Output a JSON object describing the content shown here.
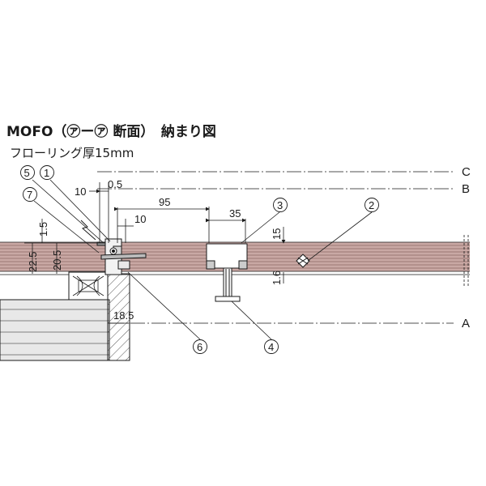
{
  "title": "MOFO（㋐ー㋐ 断面）　納まり図",
  "subtitle": "フローリング厚15mm",
  "reference_lines": [
    "C",
    "B",
    "A"
  ],
  "dimensions": {
    "d10_top": "10",
    "d0_5": "0.5",
    "d95": "95",
    "d35": "35",
    "d10_mid": "10",
    "d1_5": "1.5",
    "d22_5": "22.5",
    "d20_5": "20.5",
    "d15": "15",
    "d1_6": "1.6",
    "d18_5": "18.5"
  },
  "callouts": [
    "⑤",
    "①",
    "⑦",
    "②",
    "③",
    "④",
    "⑥"
  ],
  "colors": {
    "flooring_base": "#c9a8a4",
    "flooring_line": "#8a6a66",
    "stroke": "#1a1a1a",
    "concrete_fill": "#e8e8e8",
    "wall_fill": "#d0d0d0"
  }
}
